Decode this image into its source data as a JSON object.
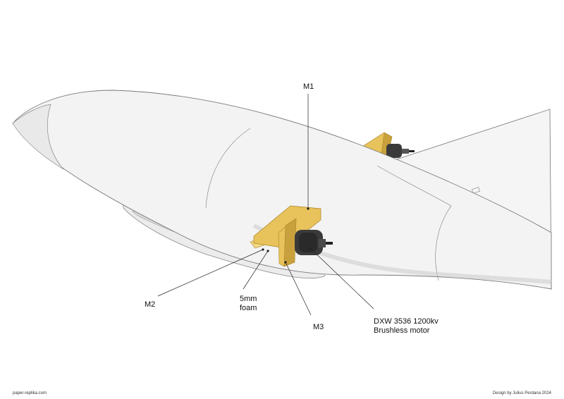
{
  "labels": {
    "m1": "M1",
    "m2": "M2",
    "m3": "M3",
    "foam_line1": "5mm",
    "foam_line2": "foam",
    "motor_line1": "DXW 3536 1200kv",
    "motor_line2": "Brushless motor"
  },
  "footer": {
    "left": "paper-replika.com",
    "right": "Design by Julius Perdana 2024"
  },
  "colors": {
    "mount": "#e8c25a",
    "mount_shade": "#c9a13c",
    "motor": "#3a3a3a",
    "fuselage": "#f2f2f2",
    "outline": "#777777"
  }
}
